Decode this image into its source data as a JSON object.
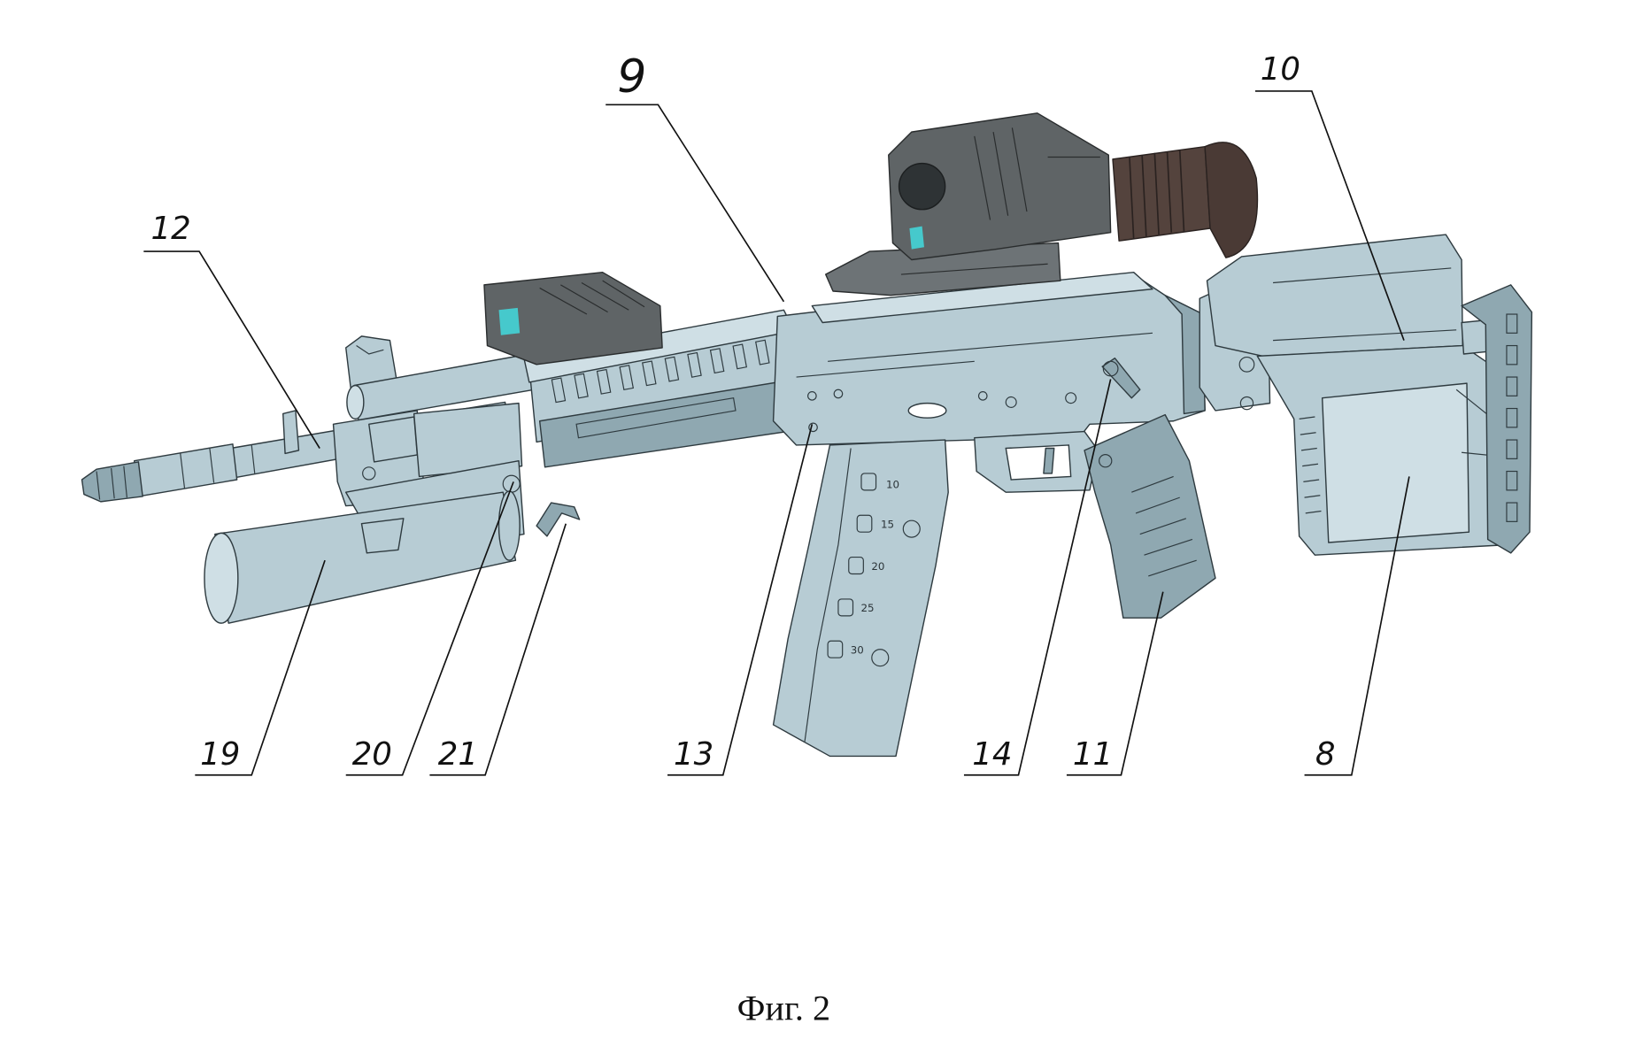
{
  "figure": {
    "caption": "Фиг. 2"
  },
  "callouts": {
    "n9": "9",
    "n10": "10",
    "n12": "12",
    "n19": "19",
    "n20": "20",
    "n21": "21",
    "n13": "13",
    "n14": "14",
    "n11": "11",
    "n8": "8"
  },
  "magazine_markings": [
    "10",
    "15",
    "20",
    "25",
    "30"
  ],
  "colors": {
    "metal": "#b7ccd4",
    "metal_shade": "#8fa8b1",
    "optic_body": "#5f6466",
    "eyepiece": "#54433d",
    "lens": "#46c9cc",
    "line": "#2f3b40",
    "background": "#ffffff"
  }
}
